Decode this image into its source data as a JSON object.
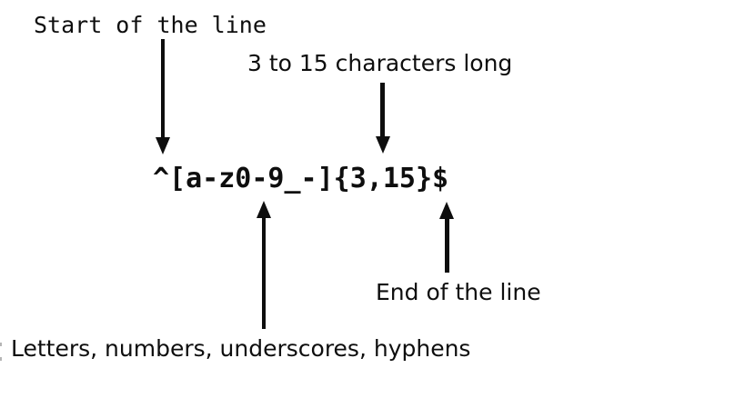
{
  "colors": {
    "ink": "#0e0e0e",
    "background": "#ffffff",
    "artifact": "#b5b5b5"
  },
  "diagram": {
    "regex": "^[a-z0-9_-]{3,15}$",
    "annotations": {
      "start_of_line": "Start of the line",
      "length": "3 to 15 characters long",
      "end_of_line": "End of the line",
      "character_set": "Letters, numbers, underscores, hyphens"
    }
  }
}
